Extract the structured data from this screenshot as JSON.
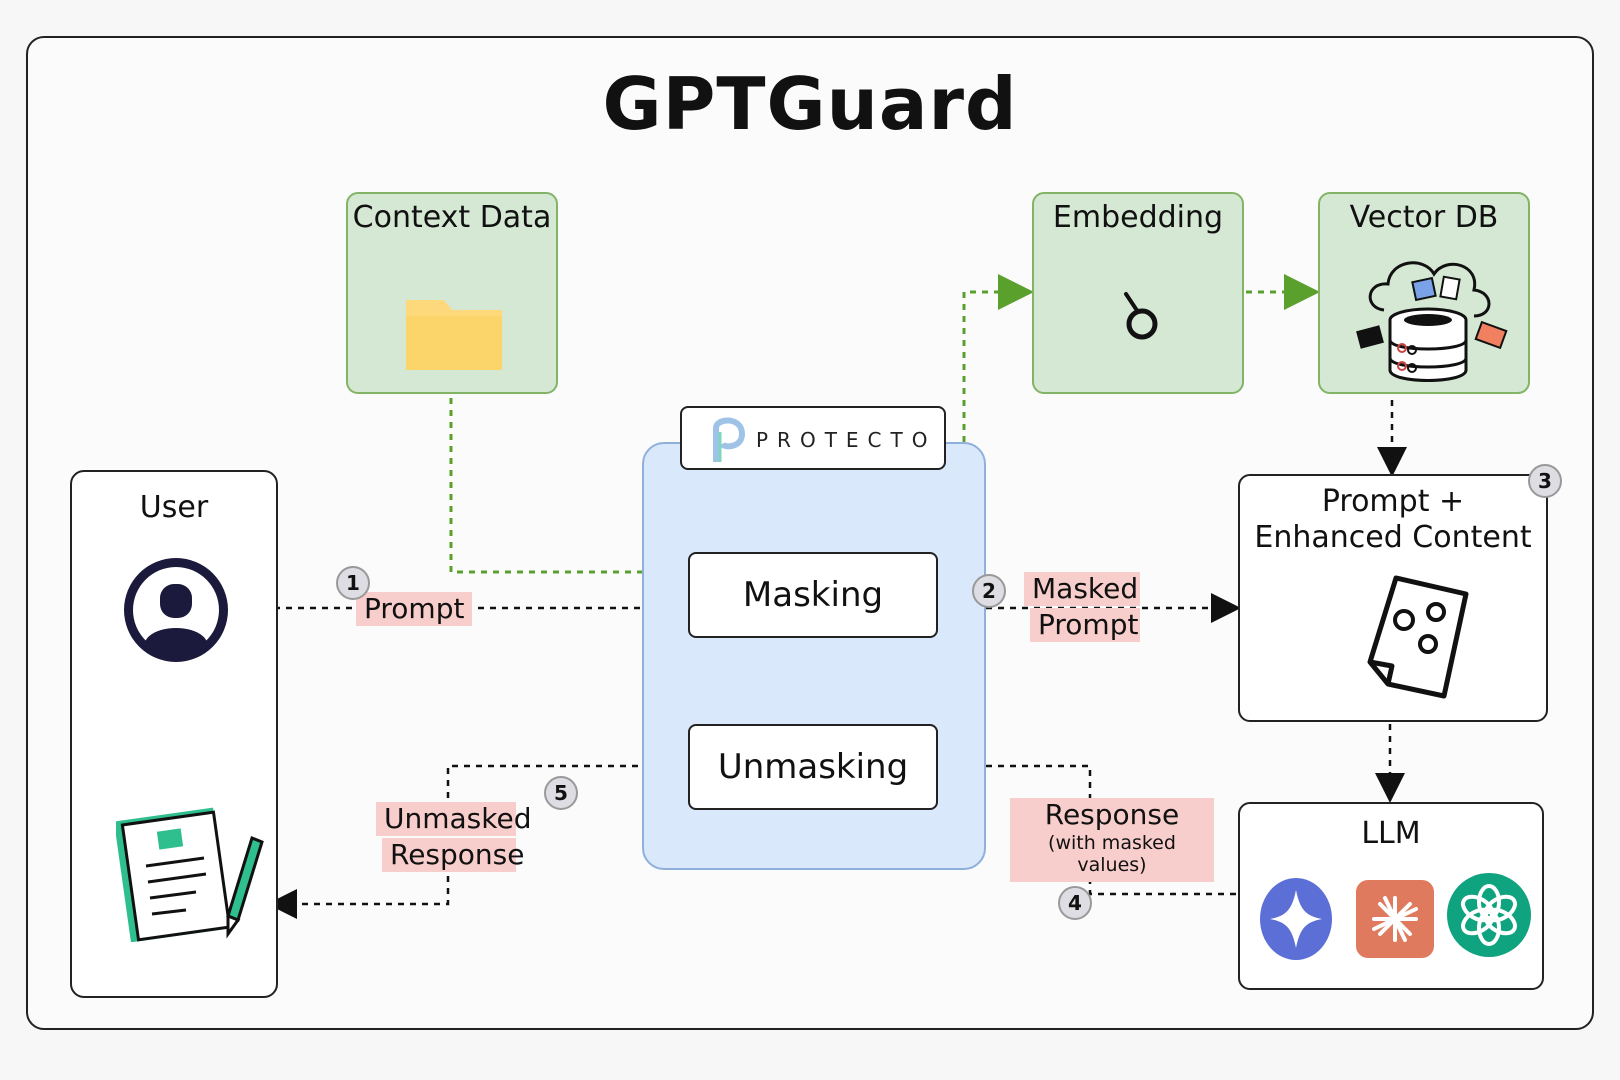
{
  "title": "GPTGuard",
  "boxes": {
    "context": "Context Data",
    "embedding": "Embedding",
    "vectordb": "Vector DB",
    "user": "User",
    "prompt_enhanced": "Prompt + Enhanced Content",
    "llm": "LLM",
    "masking": "Masking",
    "unmasking": "Unmasking",
    "protecto": "PROTECTO"
  },
  "labels": {
    "prompt": "Prompt",
    "masked_prompt_1": "Masked",
    "masked_prompt_2": "Prompt",
    "response": "Response",
    "response_note": "(with masked values)",
    "unmasked_1": "Unmasked",
    "unmasked_2": "Response"
  },
  "steps": [
    "1",
    "2",
    "3",
    "4",
    "5"
  ],
  "icons": {
    "context": "folder-icon",
    "embedding": "embedding-icon",
    "vectordb": "database-cloud-icon",
    "user": "user-avatar-icon",
    "user_doc": "document-pen-icon",
    "prompt_enhanced": "document-icon",
    "llm": [
      "gemini-icon",
      "claude-icon",
      "openai-icon"
    ]
  },
  "colors": {
    "green_box": "#d5e8d4",
    "green_border": "#82b366",
    "blue_panel": "#dae8fc",
    "label_bg": "#f8cecc",
    "green_arrow": "#5aa02c",
    "folder": "#fdd97c"
  }
}
